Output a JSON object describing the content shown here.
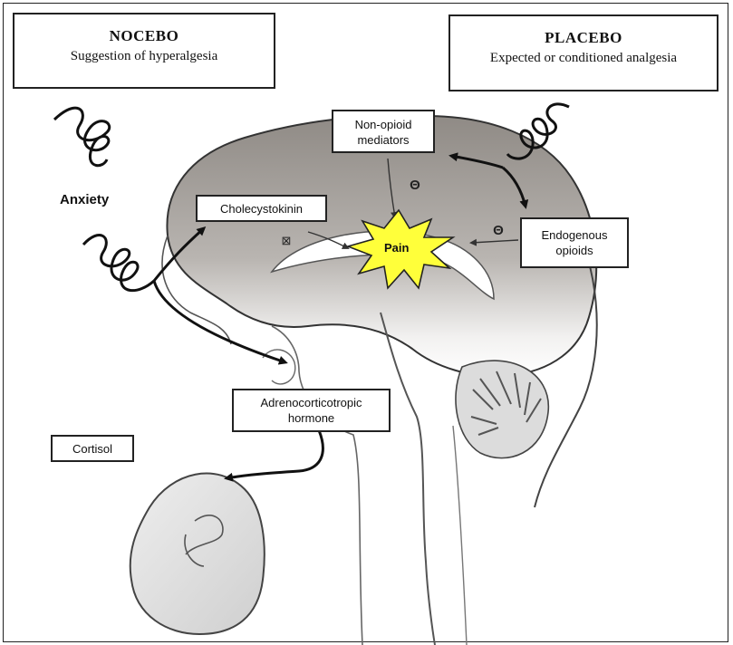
{
  "nocebo": {
    "title": "NOCEBO",
    "subtitle": "Suggestion of hyperalgesia"
  },
  "placebo": {
    "title": "PLACEBO",
    "subtitle": "Expected or conditioned analgesia"
  },
  "labels": {
    "anxiety": "Anxiety",
    "non_opioid_line1": "Non-opioid",
    "non_opioid_line2": "mediators",
    "cholecystokinin": "Cholecystokinin",
    "endogenous_line1": "Endogenous",
    "endogenous_line2": "opioids",
    "pain": "Pain",
    "acth_line1": "Adrenocorticotropic",
    "acth_line2": "hormone",
    "cortisol": "Cortisol"
  },
  "symbols": {
    "inhibit": "Θ",
    "facilitate": "⊠"
  },
  "colors": {
    "brain_shade": "#8f8a85",
    "pain_burst": "#ffff3a",
    "outline": "#222222"
  }
}
